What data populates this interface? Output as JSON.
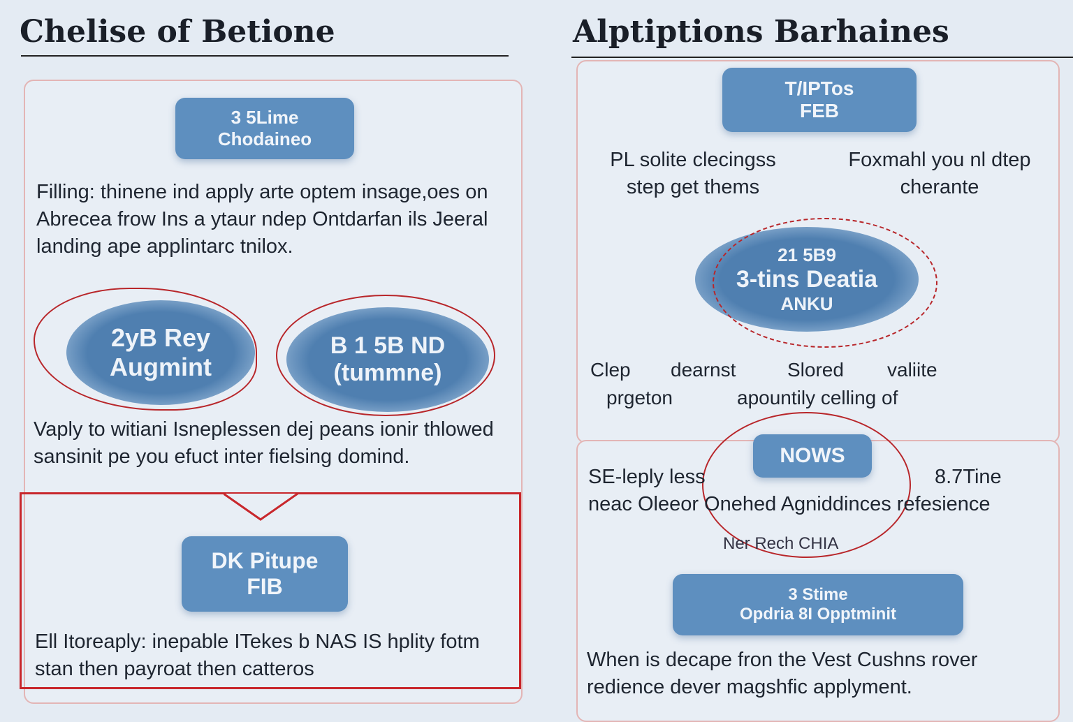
{
  "left": {
    "title": "Chelise of Betione",
    "top_pill": [
      "3 5Lime",
      "Chodaineo"
    ],
    "para1": "Filling: thinene ind apply arte optem insage,oes on Abrecea frow Ins a ytaur ndep Ontdarfan ils Jeeral landing ape applintarc tnilox.",
    "oval1": [
      "2yB Rey",
      "Augmint"
    ],
    "oval2": [
      "B 1 5B ND",
      "(tummne)"
    ],
    "para2": "Vaply to witiani Isneplessen dej peans ionir thlowed sansinit pe you efuct inter fielsing domind.",
    "bottom_pill": [
      "DK Pitupe",
      "FIB"
    ],
    "para3": "Ell Itoreaply: inepable ITekes b NAS IS hplity fotm stan then payroat then catteros"
  },
  "right": {
    "title": "Alptiptions Barhaines",
    "top_pill": [
      "T/IPTos",
      "FEB"
    ],
    "col1": "PL solite clecingss step get thems",
    "col2": "Foxmahl you nl dtep cherante",
    "center_blob": [
      "21 5B9",
      "3-tins Deatia",
      "ANKU"
    ],
    "chips": [
      "Clep",
      "dearnst",
      "Slored",
      "valiite",
      "prgeton",
      "apountily celling of"
    ],
    "nows_label": "NOWS",
    "left_text": "SE-leply less",
    "right_text": "8.7Tine",
    "middle_line": "neac Oleeor Onehed Agniddinces refesience",
    "small_label": "Ner Rech  CHIA",
    "bottom_pill": [
      "3 Stime",
      "Opdria 8I Opptminit"
    ],
    "para": "When is decape fron the Vest Cushns rover redience dever magshfic applyment."
  }
}
